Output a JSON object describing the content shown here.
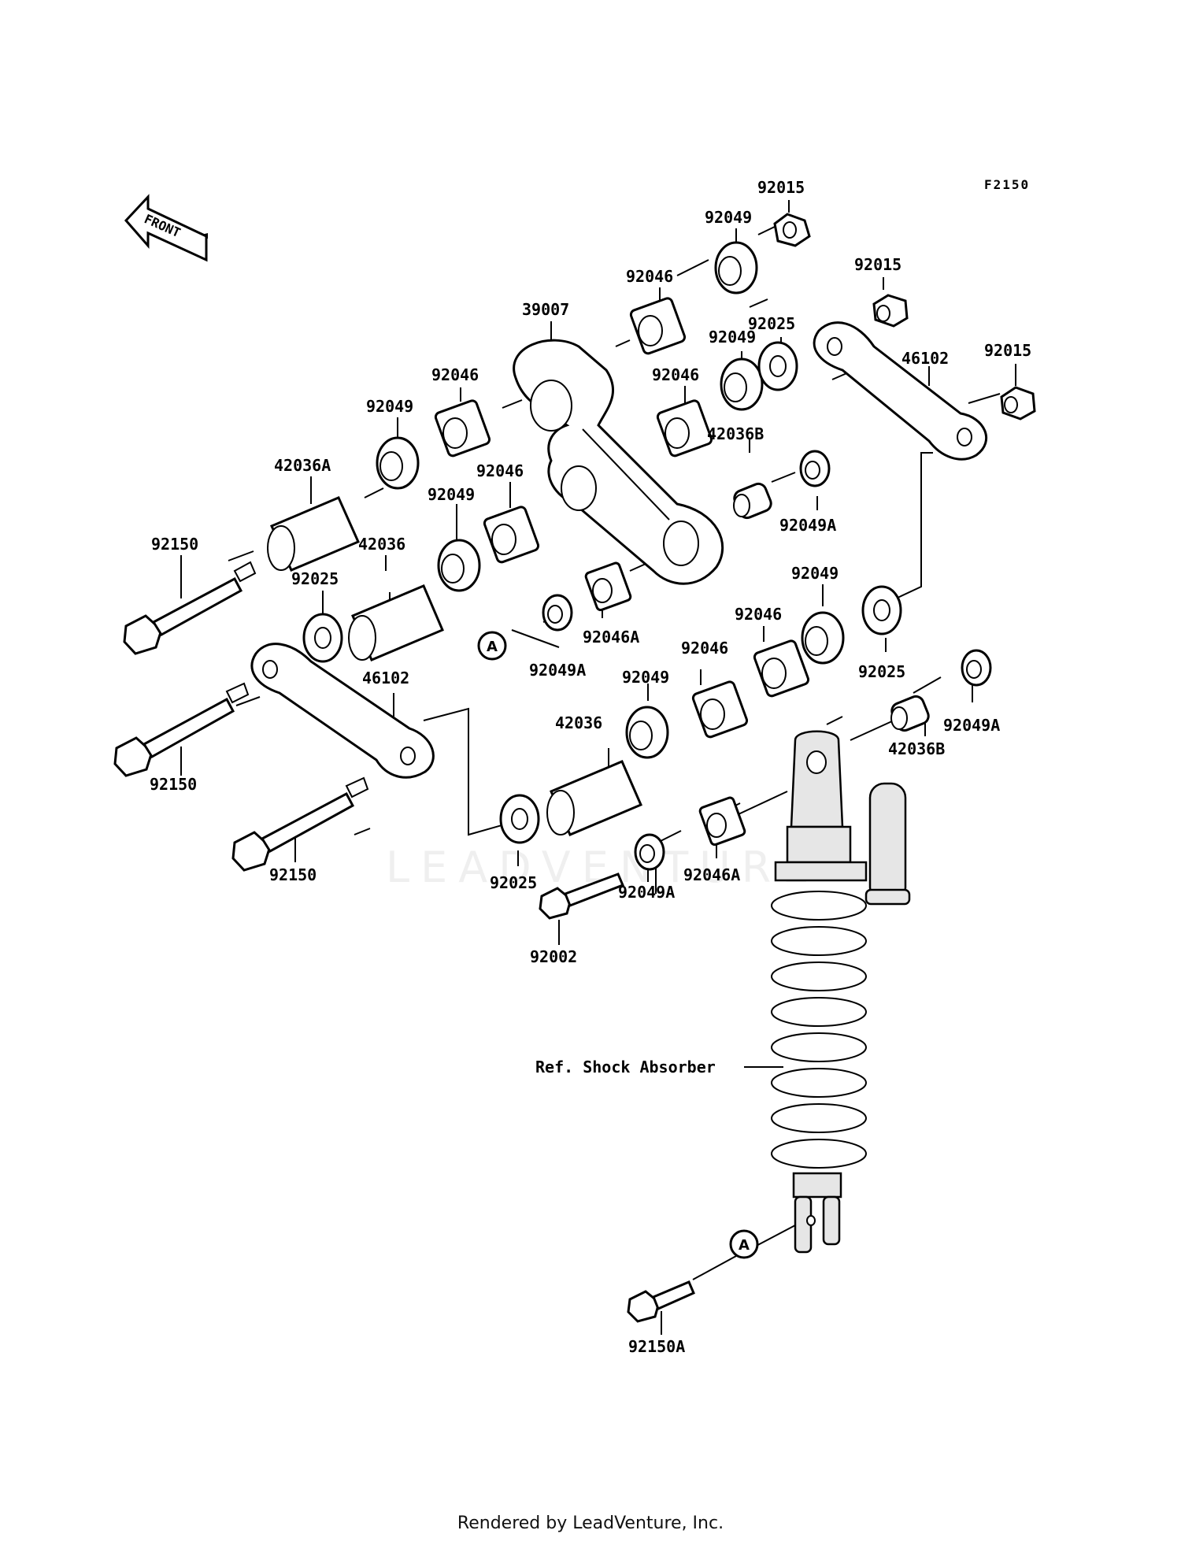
{
  "figure_code": "F2150",
  "front_arrow_text": "FRONT",
  "watermark_text": "LEADVENTURE",
  "credit_text": "Rendered by LeadVenture, Inc.",
  "reference_label": "Ref. Shock Absorber",
  "marker_letter": "A",
  "parts": [
    {
      "id": "p01",
      "number": "92015"
    },
    {
      "id": "p02",
      "number": "92049"
    },
    {
      "id": "p03",
      "number": "92046"
    },
    {
      "id": "p04",
      "number": "92015"
    },
    {
      "id": "p05",
      "number": "39007"
    },
    {
      "id": "p06",
      "number": "92025"
    },
    {
      "id": "p07",
      "number": "92049"
    },
    {
      "id": "p08",
      "number": "46102"
    },
    {
      "id": "p09",
      "number": "92015"
    },
    {
      "id": "p10",
      "number": "92046"
    },
    {
      "id": "p11",
      "number": "92046"
    },
    {
      "id": "p12",
      "number": "92049"
    },
    {
      "id": "p13",
      "number": "42036B"
    },
    {
      "id": "p14",
      "number": "42036A"
    },
    {
      "id": "p15",
      "number": "92046"
    },
    {
      "id": "p16",
      "number": "92049"
    },
    {
      "id": "p17",
      "number": "92049A"
    },
    {
      "id": "p18",
      "number": "92150"
    },
    {
      "id": "p19",
      "number": "42036"
    },
    {
      "id": "p20",
      "number": "92025"
    },
    {
      "id": "p21",
      "number": "92049"
    },
    {
      "id": "p22",
      "number": "92046A"
    },
    {
      "id": "p23",
      "number": "92046"
    },
    {
      "id": "p24",
      "number": "46102"
    },
    {
      "id": "p25",
      "number": "92049A"
    },
    {
      "id": "p26",
      "number": "92046"
    },
    {
      "id": "p27",
      "number": "92049"
    },
    {
      "id": "p28",
      "number": "92025"
    },
    {
      "id": "p29",
      "number": "92049A"
    },
    {
      "id": "p30",
      "number": "42036"
    },
    {
      "id": "p31",
      "number": "42036B"
    },
    {
      "id": "p32",
      "number": "92150"
    },
    {
      "id": "p33",
      "number": "92150"
    },
    {
      "id": "p34",
      "number": "92046A"
    },
    {
      "id": "p35",
      "number": "92025"
    },
    {
      "id": "p36",
      "number": "92049A"
    },
    {
      "id": "p37",
      "number": "92002"
    },
    {
      "id": "p38",
      "number": "92150A"
    }
  ]
}
